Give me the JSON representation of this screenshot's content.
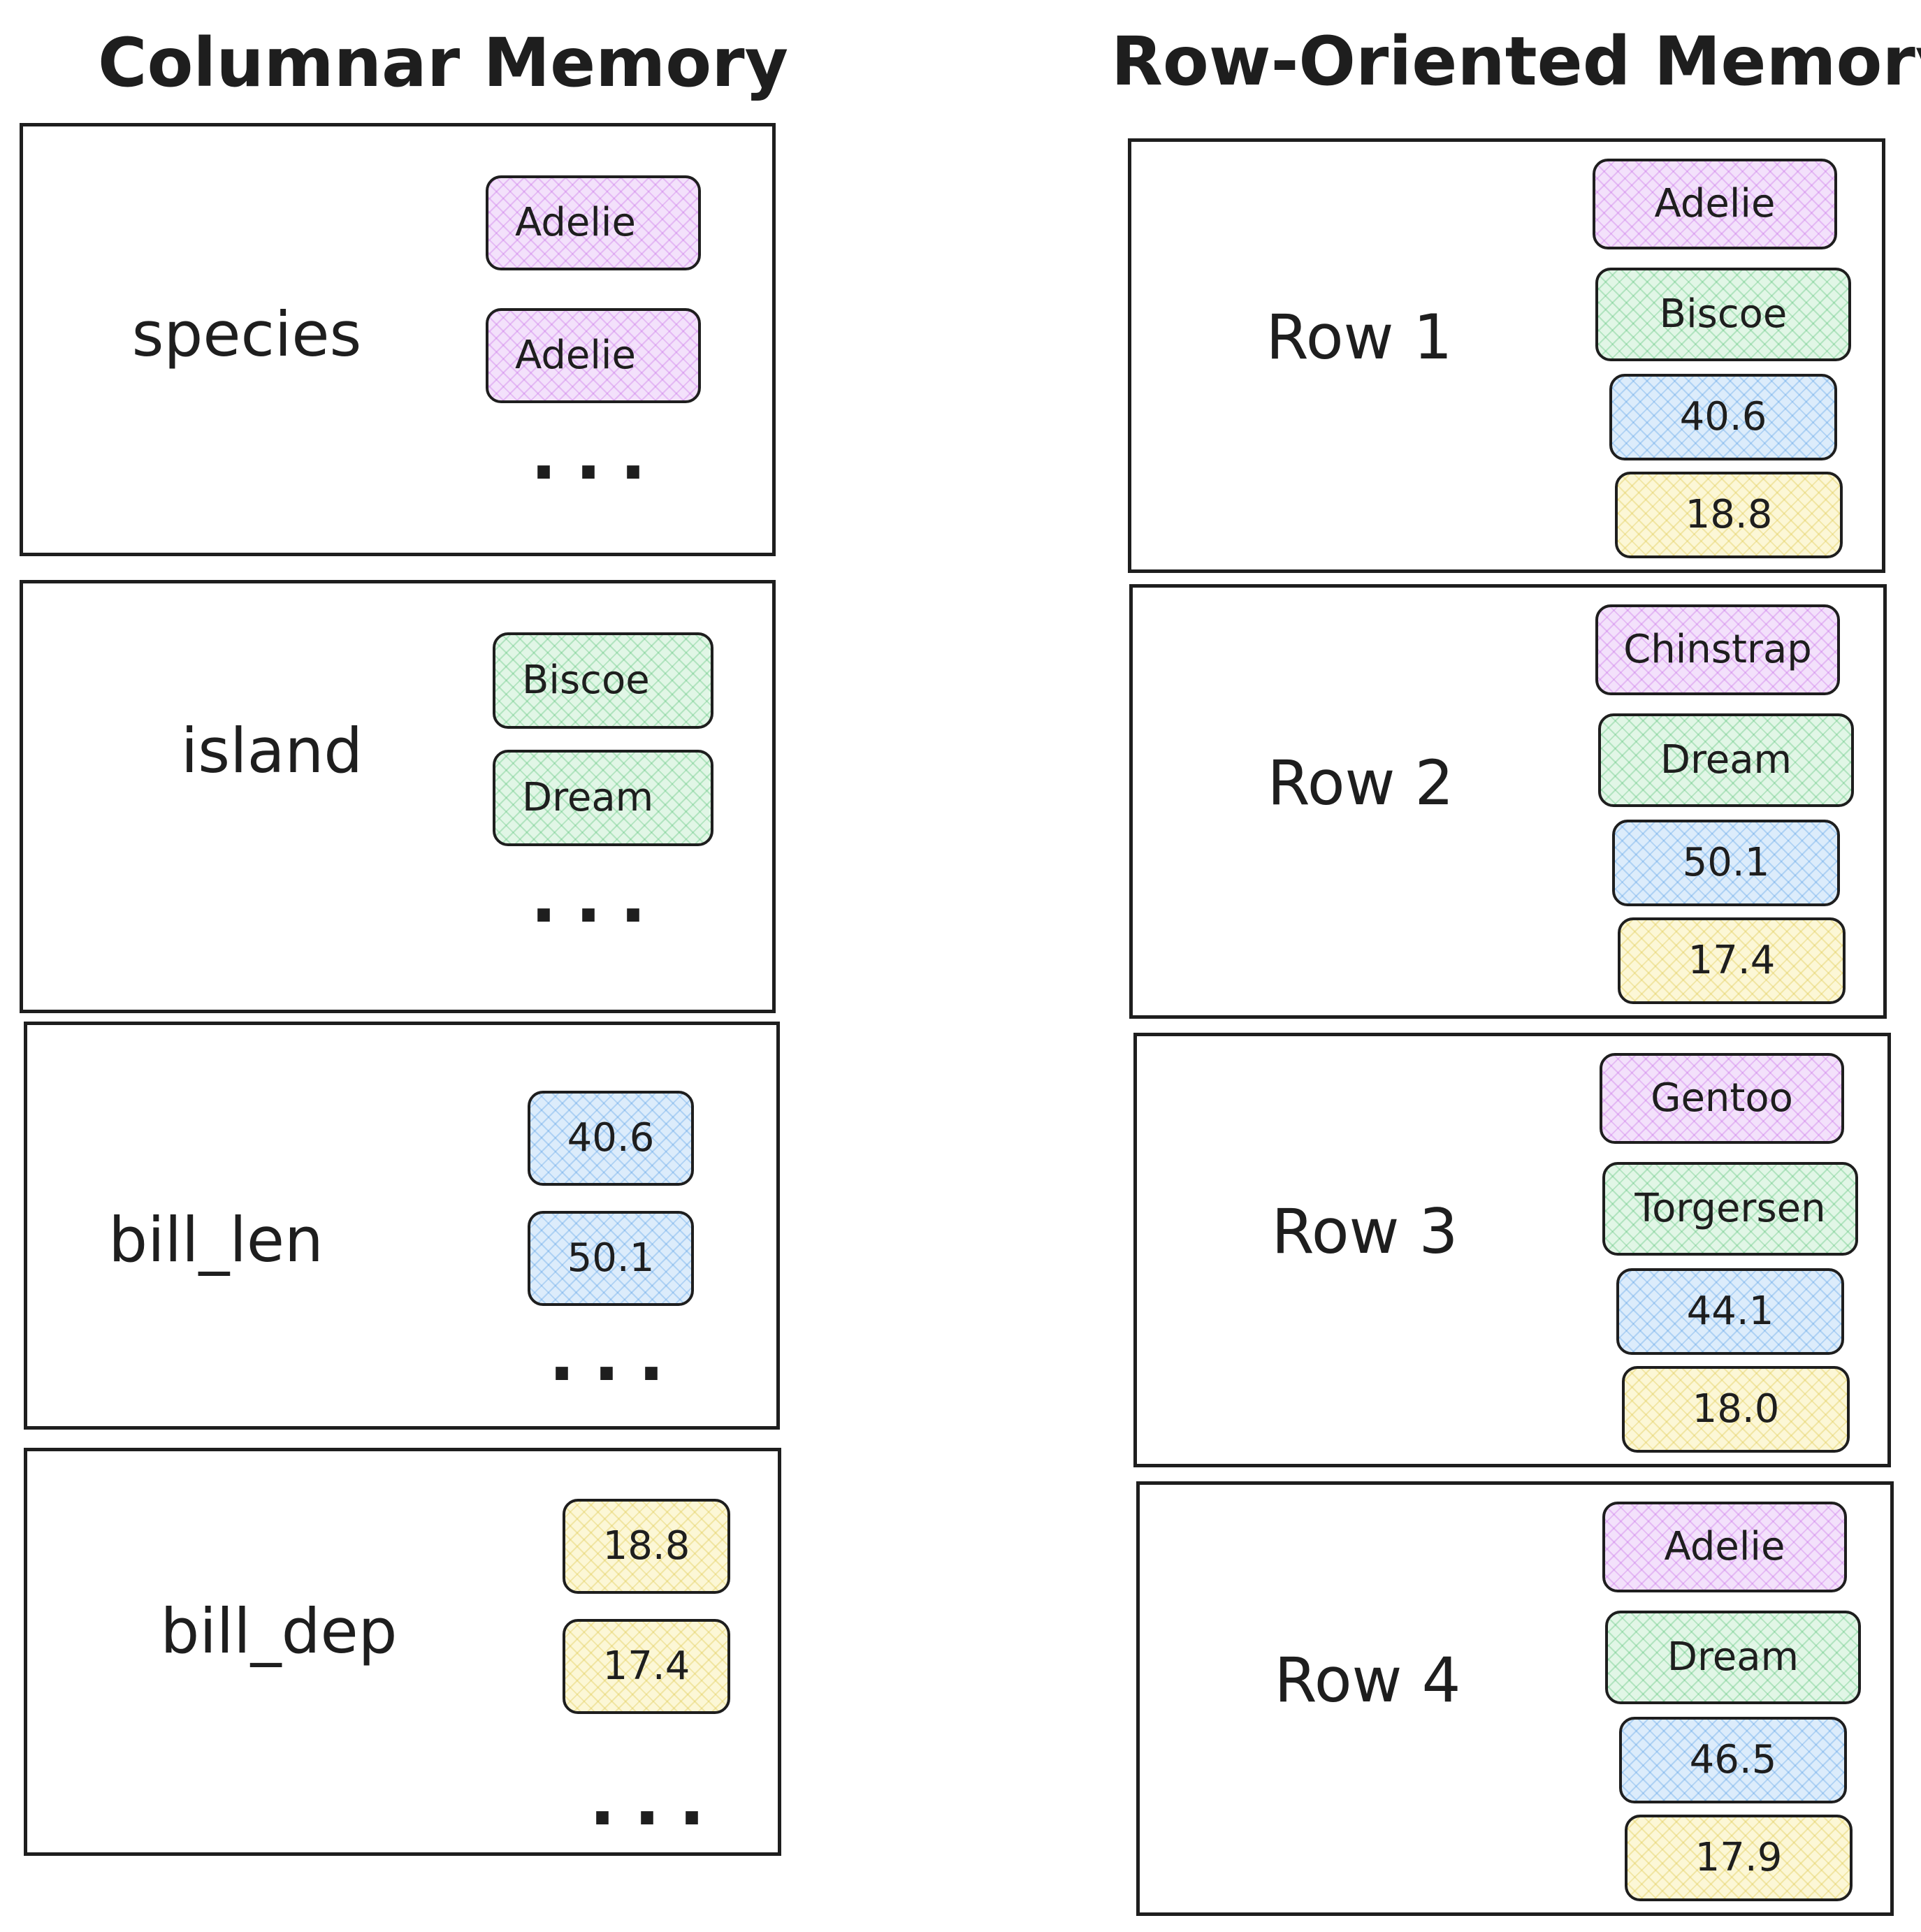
{
  "columnar": {
    "title": "Columnar Memory",
    "columns": [
      {
        "name": "species",
        "values": [
          "Adelie",
          "Adelie"
        ],
        "more": "..."
      },
      {
        "name": "island",
        "values": [
          "Biscoe",
          "Dream"
        ],
        "more": "..."
      },
      {
        "name": "bill_len",
        "values": [
          "40.6",
          "50.1"
        ],
        "more": "..."
      },
      {
        "name": "bill_dep",
        "values": [
          "18.8",
          "17.4"
        ],
        "more": "..."
      }
    ]
  },
  "row_oriented": {
    "title": "Row-Oriented Memory",
    "rows": [
      {
        "label": "Row 1",
        "species": "Adelie",
        "island": "Biscoe",
        "bill_len": "40.6",
        "bill_dep": "18.8"
      },
      {
        "label": "Row 2",
        "species": "Chinstrap",
        "island": "Dream",
        "bill_len": "50.1",
        "bill_dep": "17.4"
      },
      {
        "label": "Row 3",
        "species": "Gentoo",
        "island": "Torgersen",
        "bill_len": "44.1",
        "bill_dep": "18.0"
      },
      {
        "label": "Row 4",
        "species": "Adelie",
        "island": "Dream",
        "bill_len": "46.5",
        "bill_dep": "17.9"
      }
    ]
  },
  "colors": {
    "species": "#f3e1fb",
    "island": "#e1f6e6",
    "bill_len": "#dcecfb",
    "bill_dep": "#fcf7d6",
    "stroke": "#1e1e1e"
  }
}
